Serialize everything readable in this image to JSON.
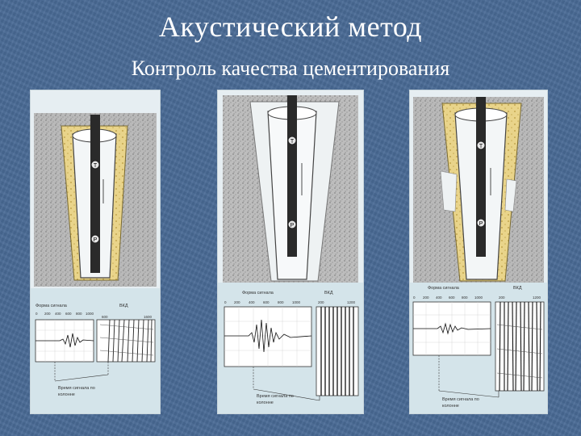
{
  "slide": {
    "title": "Акустический метод",
    "subtitle": "Контроль качества цементирования"
  },
  "panels": [
    {
      "id": "panel-1",
      "signal_form_label": "Форма сигнала",
      "vkd_label": "ВКД",
      "scale_ticks": [
        "0",
        "200",
        "400",
        "600",
        "800",
        "1000"
      ],
      "vkd_ticks": [
        "600",
        "1600"
      ],
      "tool_labels": [
        "Т",
        "Р"
      ],
      "caption": [
        "Время сигнала по",
        "колонне"
      ]
    },
    {
      "id": "panel-2",
      "signal_form_label": "Форма сигнала",
      "vkd_label": "ВКД",
      "scale_ticks": [
        "0",
        "200",
        "400",
        "600",
        "800",
        "1000"
      ],
      "vkd_ticks": [
        "200",
        "1200"
      ],
      "tool_labels": [
        "Т",
        "Р"
      ],
      "caption": [
        "Время сигнала по",
        "колонне"
      ]
    },
    {
      "id": "panel-3",
      "signal_form_label": "Форма сигнала",
      "vkd_label": "ВКД",
      "scale_ticks": [
        "0",
        "200",
        "400",
        "600",
        "800",
        "1000"
      ],
      "vkd_ticks": [
        "200",
        "1200"
      ],
      "tool_labels": [
        "Т",
        "Р"
      ],
      "caption": [
        "Время сигнала по",
        "колонне"
      ]
    }
  ],
  "colors": {
    "background": "#4a6b96",
    "cement": "#e9d48a",
    "rock": "#b7b7b7",
    "tool": "#2a2a2a",
    "caption_bg": "#d4e4ea"
  }
}
